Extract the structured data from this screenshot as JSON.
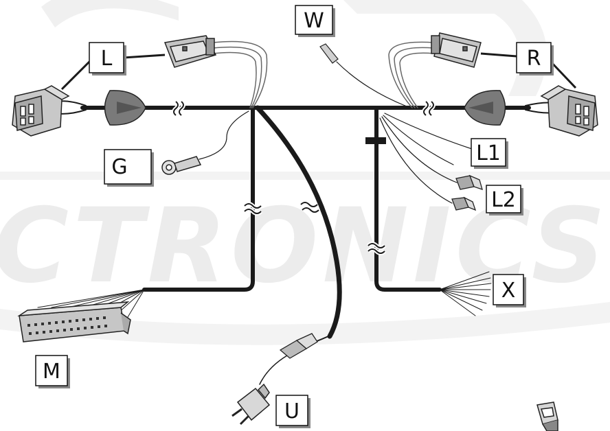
{
  "diagram": {
    "labels": {
      "L": "L",
      "W": "W",
      "R": "R",
      "G": "G",
      "L1": "L1",
      "L2": "L2",
      "X": "X",
      "M": "M",
      "U": "U"
    },
    "watermark": "CTRONICS",
    "colors": {
      "wire": "#1a1a1a",
      "connector": "#bdbdbd",
      "grommet": "#7a7a7a",
      "label_shadow": "#888888",
      "watermark": "#ececec"
    }
  }
}
